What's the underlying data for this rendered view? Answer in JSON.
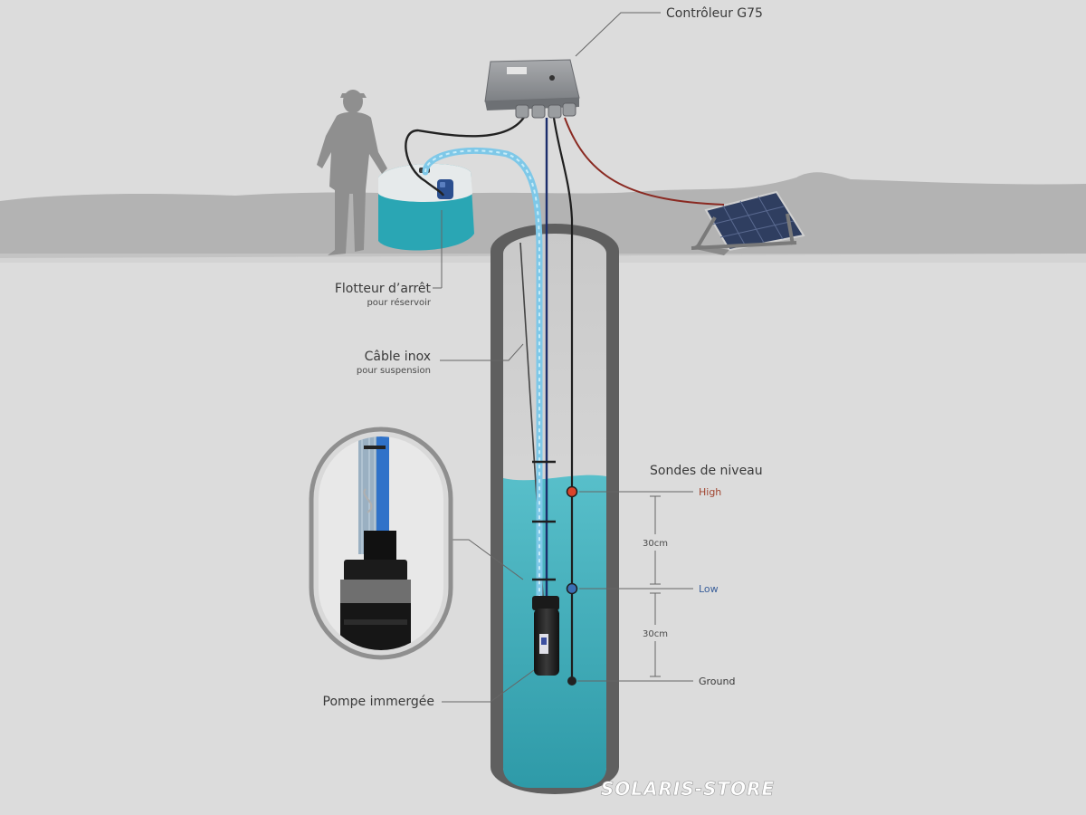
{
  "labels": {
    "controller": "Contrôleur G75",
    "float_title": "Flotteur d’arrêt",
    "float_sub": "pour réservoir",
    "cable_title": "Câble inox",
    "cable_sub": "pour suspension",
    "pump": "Pompe immergée"
  },
  "probes": {
    "title": "Sondes de niveau",
    "high": "High",
    "low": "Low",
    "ground": "Ground",
    "spacing_upper": "30cm",
    "spacing_lower": "30cm"
  },
  "brand": "SOLARIS-STORE",
  "colors": {
    "background": "#dcdcdc",
    "ground_band": "#b5b5b5",
    "water": "#3aa7b4",
    "well_wall": "#5f5f5f",
    "hose": "#7ec8e8",
    "high_probe": "#d9442b",
    "low_probe": "#3a6fb5",
    "ground_probe": "#222222",
    "tank": "#2aa6b4"
  },
  "icons": {
    "person": "person-silhouette-icon",
    "tank": "water-tank-icon",
    "solar_panel": "solar-panel-icon",
    "controller": "controller-box-icon",
    "pump": "submersible-pump-icon"
  }
}
